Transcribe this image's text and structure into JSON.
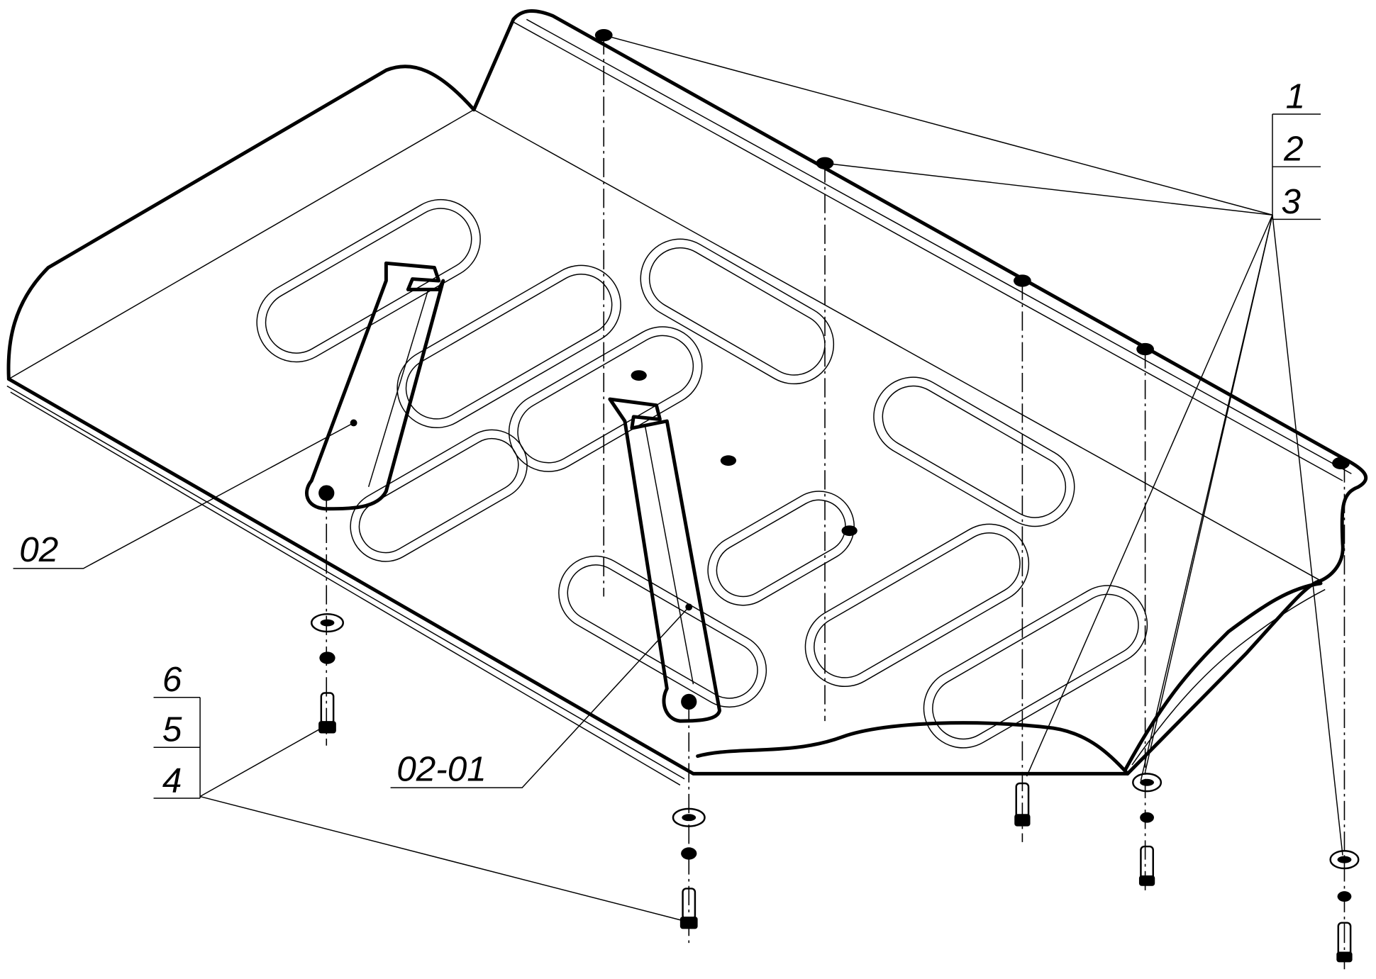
{
  "drawing": {
    "callouts_right": [
      "1",
      "2",
      "3"
    ],
    "callouts_left": [
      "6",
      "5",
      "4"
    ],
    "part_bracket_a": "02",
    "part_bracket_b": "02-01"
  },
  "colors": {
    "line": "#000000",
    "background": "#ffffff"
  }
}
